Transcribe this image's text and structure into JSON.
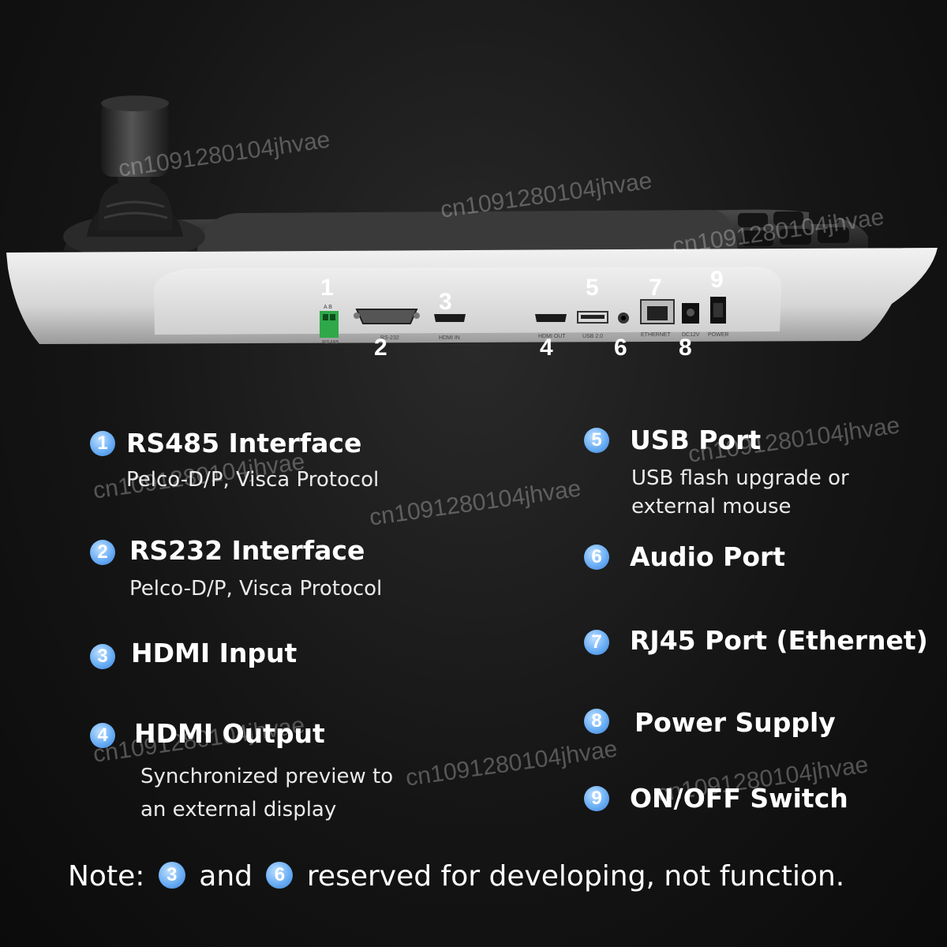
{
  "device": {
    "port_labels": {
      "rs485": "RS485",
      "rs485_pins": "A  B",
      "rs232": "RS-232",
      "hdmi_in": "HDMI IN",
      "hdmi_out": "HDMI OUT",
      "usb": "USB 2.0",
      "ethernet": "ETHERNET",
      "power_in": "DC12V",
      "power_switch": "POWER"
    },
    "callouts": [
      "1",
      "2",
      "3",
      "4",
      "5",
      "6",
      "7",
      "8",
      "9"
    ]
  },
  "features_left": [
    {
      "num": "1",
      "title": "RS485 Interface",
      "desc": [
        "Pelco-D/P, Visca Protocol"
      ]
    },
    {
      "num": "2",
      "title": "RS232 Interface",
      "desc": [
        "Pelco-D/P, Visca Protocol"
      ]
    },
    {
      "num": "3",
      "title": "HDMI Input",
      "desc": []
    },
    {
      "num": "4",
      "title": "HDMI Output",
      "desc": [
        "Synchronized preview to",
        " an external display"
      ]
    }
  ],
  "features_right": [
    {
      "num": "5",
      "title": "USB Port",
      "desc": [
        "USB flash upgrade or",
        " external mouse"
      ]
    },
    {
      "num": "6",
      "title": "Audio Port",
      "desc": []
    },
    {
      "num": "7",
      "title": "RJ45 Port (Ethernet)",
      "desc": []
    },
    {
      "num": "8",
      "title": "Power Supply",
      "desc": []
    },
    {
      "num": "9",
      "title": "ON/OFF Switch",
      "desc": []
    }
  ],
  "note": {
    "prefix": "Note:",
    "first_num": "3",
    "joiner": "and",
    "second_num": "6",
    "suffix": "reserved for developing, not function."
  },
  "watermark": "cn1091280104jhvae"
}
